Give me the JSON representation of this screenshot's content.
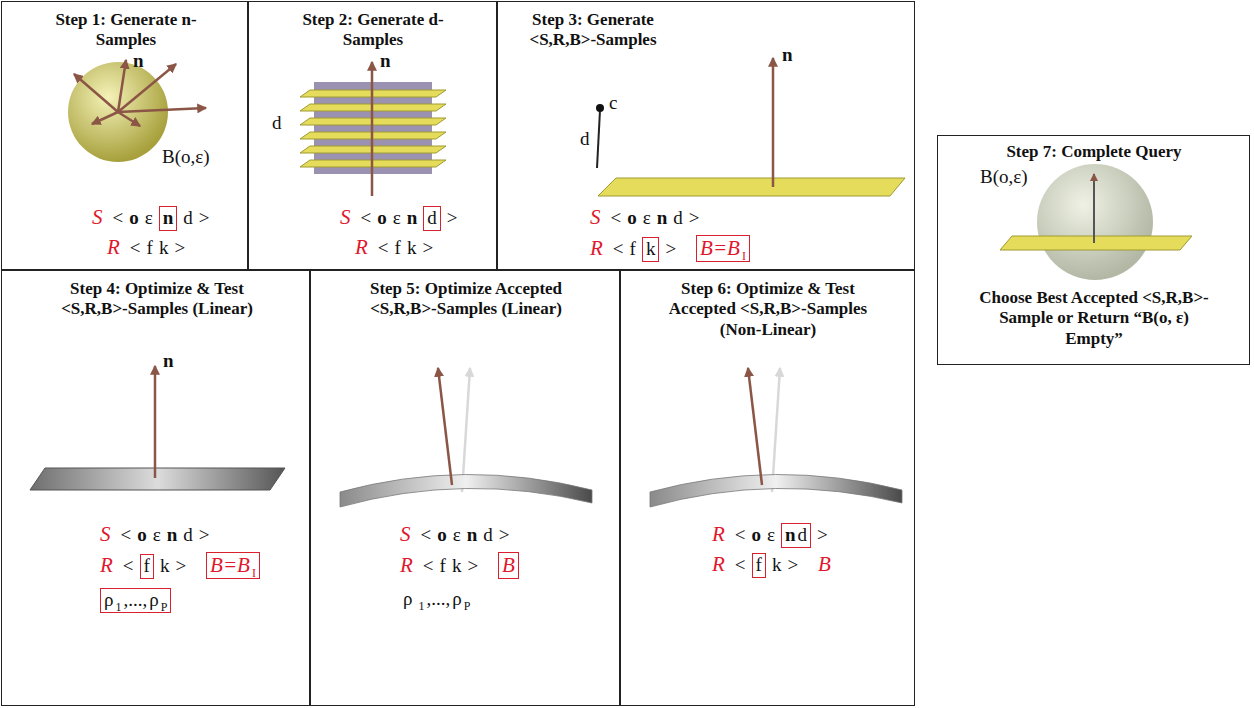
{
  "diagram": {
    "nodes": [
      {
        "text": [
          "Step 1: Generate n-Samples"
        ]
      },
      {
        "text": [
          "Step 2: Generate d-Samples"
        ]
      },
      {
        "text": [
          "Step 3: Generate <S,R,B>-Samples"
        ]
      },
      {
        "text": [
          "Step 4: Optimize & Test <S,R,B>-Samples (Linear)"
        ]
      },
      {
        "text": [
          "Step 5: Optimize Accepted <S,R,B>-Samples (Linear)"
        ]
      },
      {
        "text": [
          "Step 6: Optimize & Test Accepted <S,R,B>-Samples (Non-Linear)"
        ]
      },
      {
        "text": [
          "Step 7: Complete Query",
          "Choose Best Accepted <S,R,B>-Sample or Return “B(o, ε) Empty”"
        ]
      }
    ],
    "labels": [
      "n",
      "B(o,ε)",
      "S",
      "<",
      "o",
      "ε",
      "n",
      "d",
      ">",
      "R",
      "<",
      "f",
      "k",
      ">",
      "n",
      "d",
      "S",
      "<",
      "o",
      "ε",
      "n",
      "d",
      ">",
      "R",
      "<",
      "f",
      "k",
      ">",
      "n",
      "c",
      "d",
      "S",
      "<",
      "o",
      "ε",
      "n",
      "d",
      ">",
      "R",
      "<",
      "f",
      "k",
      ">",
      "B=B",
      "I",
      "n",
      "S",
      "<",
      "o",
      "ε",
      "n",
      "d",
      ">",
      "R",
      "<",
      "f",
      "k",
      ">",
      "B=B",
      "I",
      "ρ",
      "1",
      ",...,",
      "ρ",
      "P",
      "S",
      "<",
      "o",
      "ε",
      "n",
      "d",
      ">",
      "R",
      "<",
      "f",
      "k",
      ">",
      "B",
      "ρ",
      "1",
      ",...,",
      "ρ",
      "P",
      "R",
      "<",
      "o",
      "ε",
      "n",
      "d",
      ">",
      "R",
      "<",
      "f",
      "k",
      ">",
      "B",
      "B(o,ε)"
    ]
  }
}
